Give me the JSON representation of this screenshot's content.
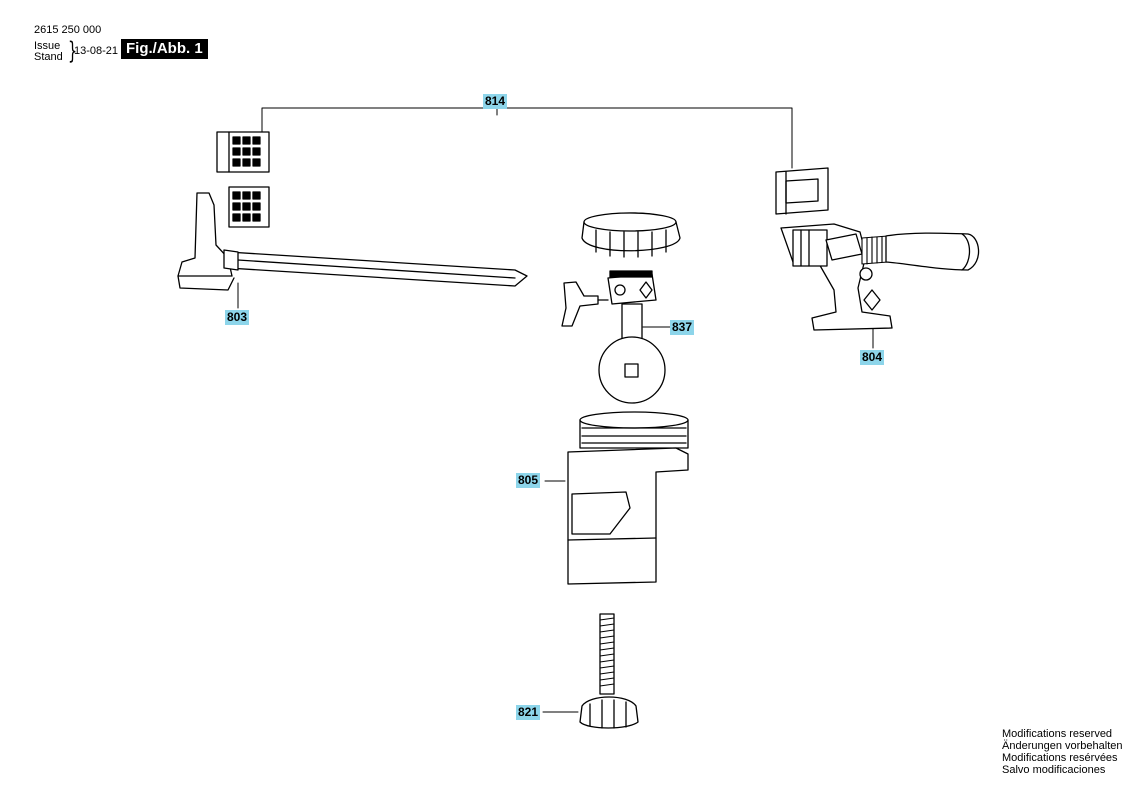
{
  "header": {
    "doc_number": "2615 250 000",
    "issue_label": "Issue",
    "stand_label": "Stand",
    "issue_date": "13-08-21",
    "figure_label": "Fig./Abb. 1"
  },
  "callouts": {
    "c814": "814",
    "c803": "803",
    "c837": "837",
    "c804": "804",
    "c805": "805",
    "c821": "821"
  },
  "footer": {
    "modifications": [
      "Modifications reserved",
      "Änderungen vorbehalten",
      "Modifications resérvées",
      "Salvo modificaciones"
    ]
  },
  "colors": {
    "callout_bg": "#8dd5ea",
    "line": "#000000"
  }
}
